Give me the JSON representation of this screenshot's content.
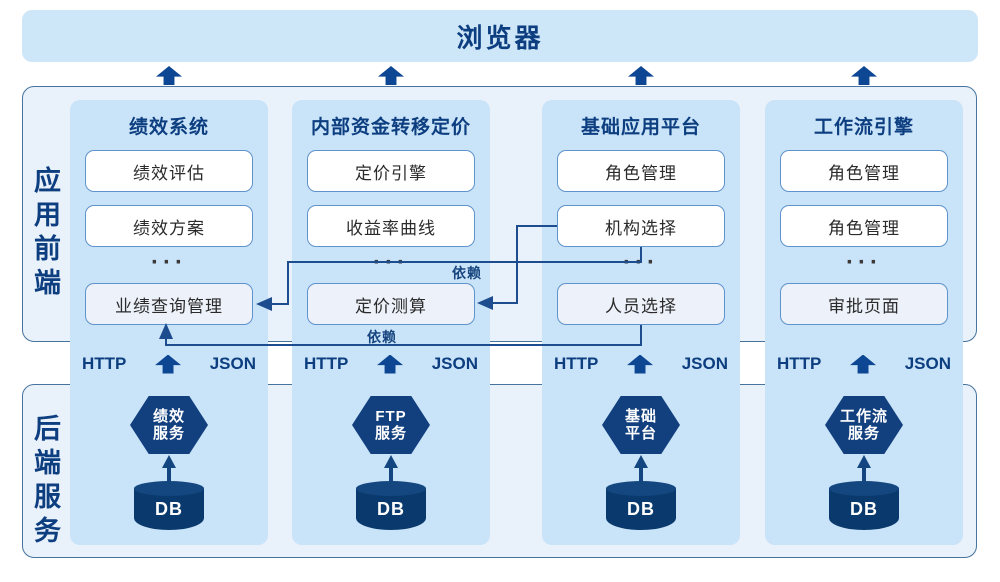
{
  "browser": {
    "label": "浏览器"
  },
  "sections": {
    "frontend": "应用前端",
    "backend": "后端服务"
  },
  "labels": {
    "http": "HTTP",
    "json": "JSON",
    "db": "DB",
    "dep": "依赖",
    "ellipsis": "···"
  },
  "columns": [
    {
      "title": "绩效系统",
      "items": [
        "绩效评估",
        "绩效方案"
      ],
      "bottom_item": "业绩查询管理",
      "service": "绩效服务",
      "service_lines": [
        "绩效",
        "服务"
      ]
    },
    {
      "title": "内部资金转移定价",
      "items": [
        "定价引擎",
        "收益率曲线"
      ],
      "bottom_item": "定价测算",
      "service": "FTP服务",
      "service_lines": [
        "FTP",
        "服务"
      ]
    },
    {
      "title": "基础应用平台",
      "items": [
        "角色管理",
        "机构选择"
      ],
      "bottom_item": "人员选择",
      "service": "基础平台",
      "service_lines": [
        "基础",
        "平台"
      ]
    },
    {
      "title": "工作流引擎",
      "items": [
        "角色管理",
        "角色管理"
      ],
      "bottom_item": "审批页面",
      "service": "工作流服务",
      "service_lines": [
        "工作流",
        "服务"
      ]
    }
  ],
  "connections": [
    {
      "from": "机构选择",
      "to": "定价测算",
      "label": ""
    },
    {
      "from": "机构选择",
      "to": "业绩查询管理",
      "label": "依赖"
    },
    {
      "from": "人员选择",
      "to": "业绩查询管理",
      "label": "依赖"
    }
  ],
  "colors": {
    "navy_text": "#0c3e80",
    "bar_blue": "#cde6f8",
    "panel_blue": "#c9e3f8",
    "section_fill": "#e9f1fb",
    "section_border": "#46749e",
    "box_border": "#5f93cc",
    "muted_box_fill": "#edf1f9",
    "line_navy": "#1e4d8f",
    "hex_fill": "#123f7d",
    "db_fill": "#0a3a6d",
    "arrow_navy": "#0d4793",
    "box_text": "#2b2b2b"
  }
}
